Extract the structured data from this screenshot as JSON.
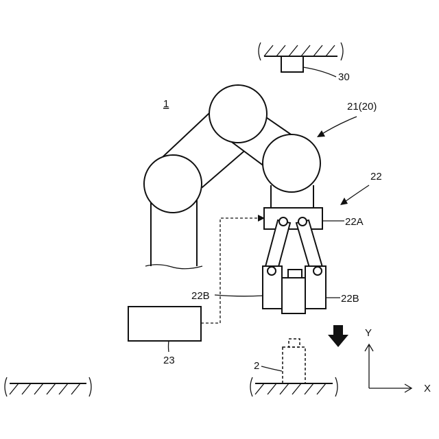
{
  "labels": {
    "robot": "1",
    "arm": "21(20)",
    "hand": "22",
    "hand_base": "22A",
    "finger_left": "22B",
    "finger_right": "22B",
    "controller": "23",
    "workpiece": "2",
    "camera": "30",
    "axis_y": "Y",
    "axis_x": "X"
  }
}
